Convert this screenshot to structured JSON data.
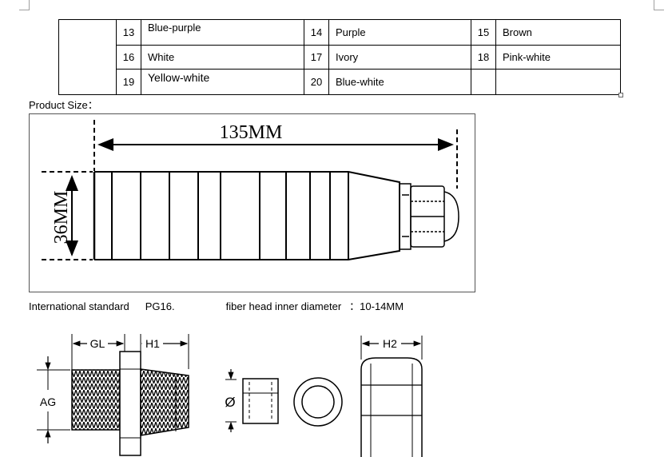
{
  "color_table": {
    "rows": [
      [
        {
          "num": "13",
          "name": "Blue-purple"
        },
        {
          "num": "14",
          "name": "Purple"
        },
        {
          "num": "15",
          "name": "Brown"
        }
      ],
      [
        {
          "num": "16",
          "name": "White"
        },
        {
          "num": "17",
          "name": "Ivory"
        },
        {
          "num": "18",
          "name": "Pink-white"
        }
      ],
      [
        {
          "num": "19",
          "name": "Yellow-white"
        },
        {
          "num": "20",
          "name": "Blue-white"
        },
        {
          "num": "",
          "name": ""
        }
      ]
    ]
  },
  "product_size_label": "Product Size：",
  "drawing": {
    "length_label": "135MM",
    "height_label": "36MM"
  },
  "standard_line": {
    "standard": "International standard",
    "pg": "PG16.",
    "fiber": "fiber head inner diameter",
    "diameter": "：10-14MM"
  },
  "parts_drawing": {
    "gl": "GL",
    "h1": "H1",
    "h2": "H2",
    "ag": "AG",
    "diameter_symbol": "Ø"
  }
}
